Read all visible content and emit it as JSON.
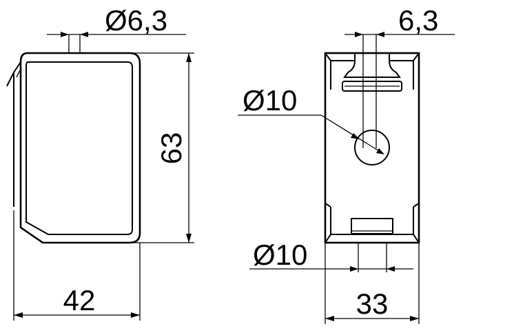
{
  "drawing": {
    "left_view": {
      "hole_diameter": "Ø6,3",
      "height": "63",
      "width": "42"
    },
    "right_view": {
      "slot_width": "6,3",
      "center_hole_diameter": "Ø10",
      "bottom_hole_diameter": "Ø10",
      "width": "33"
    }
  }
}
